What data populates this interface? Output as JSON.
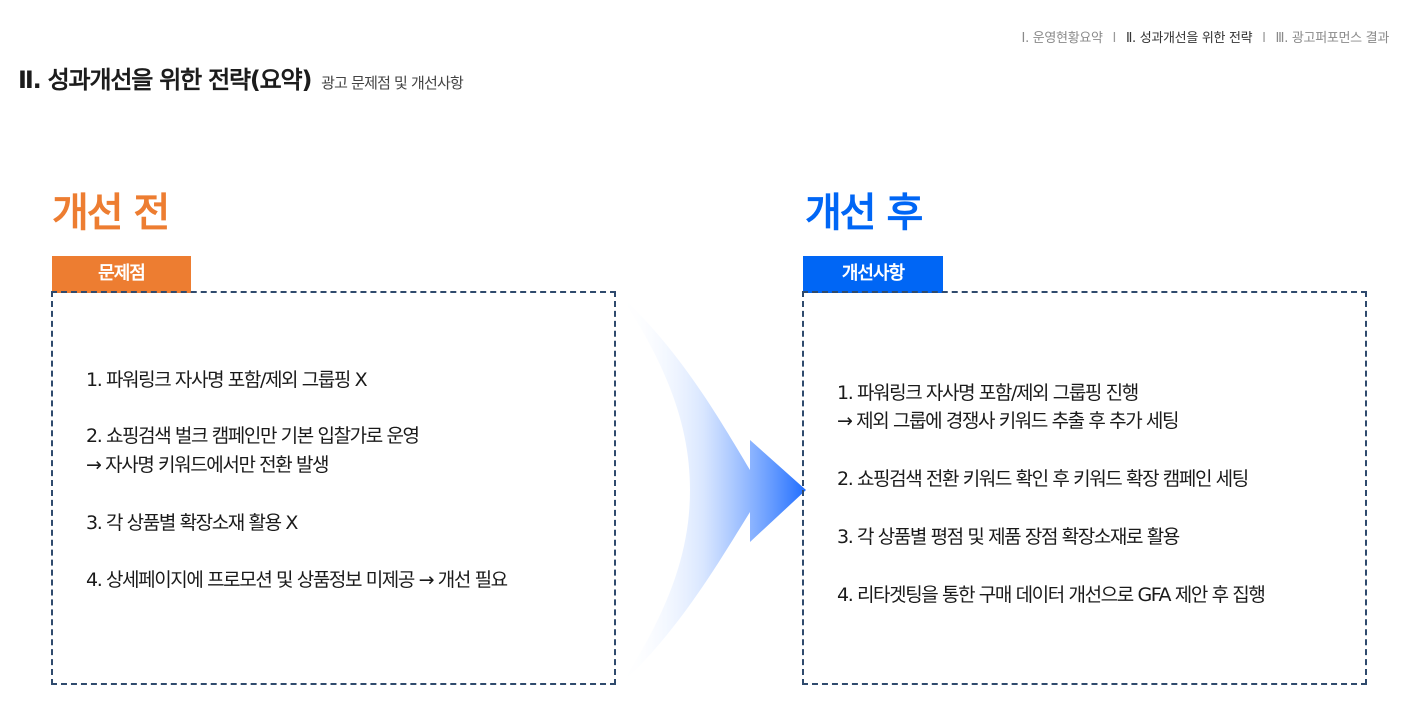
{
  "nav": {
    "item1": "Ⅰ. 운영현황요약",
    "item2": "Ⅱ. 성과개선을 위한 전략",
    "item3": "Ⅲ. 광고퍼포먼스 결과",
    "separator": "Ⅰ"
  },
  "title": {
    "main": "Ⅱ. 성과개선을 위한 전략(요약)",
    "sub": "광고 문제점 및 개선사항"
  },
  "before": {
    "heading": "개선 전",
    "tag": "문제점",
    "items": [
      "1. 파워링크 자사명 포함/제외 그룹핑 X",
      "2. 쇼핑검색 벌크 캠페인만 기본 입찰가로 운영",
      "→ 자사명 키워드에서만 전환 발생",
      "3. 각 상품별 확장소재 활용 X",
      "4. 상세페이지에 프로모션 및 상품정보 미제공 → 개선 필요"
    ]
  },
  "after": {
    "heading": "개선 후",
    "tag": "개선사항",
    "items": [
      "1. 파워링크 자사명 포함/제외 그룹핑 진행",
      "→ 제외 그룹에 경쟁사 키워드 추출 후 추가 세팅",
      "2. 쇼핑검색 전환 키워드 확인 후 키워드 확장 캠페인 세팅",
      "3. 각 상품별 평점 및 제품 장점 확장소재로 활용",
      "4. 리타겟팅을 통한 구매 데이터 개선으로 GFA 제안 후 집행"
    ]
  },
  "colors": {
    "before_accent": "#ED7D31",
    "after_accent": "#0066F5",
    "box_border": "#2F4A6D"
  }
}
